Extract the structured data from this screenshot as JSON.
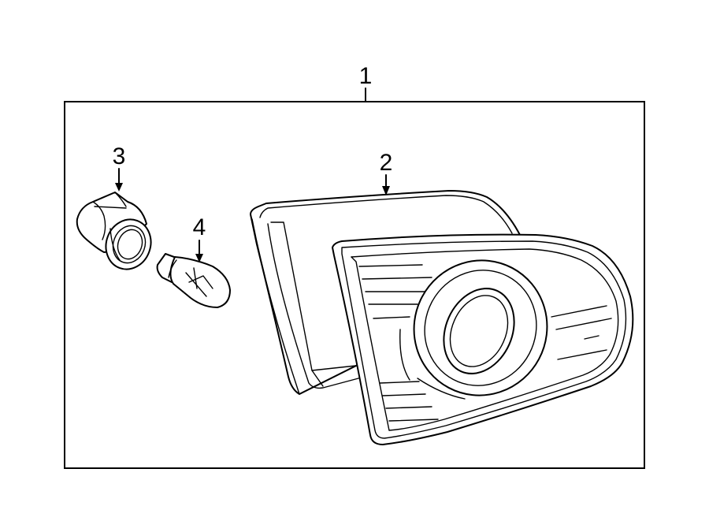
{
  "callouts": {
    "assembly": "1",
    "lens_housing": "2",
    "socket": "3",
    "bulb": "4"
  },
  "colors": {
    "line": "#000000",
    "background": "#ffffff"
  }
}
